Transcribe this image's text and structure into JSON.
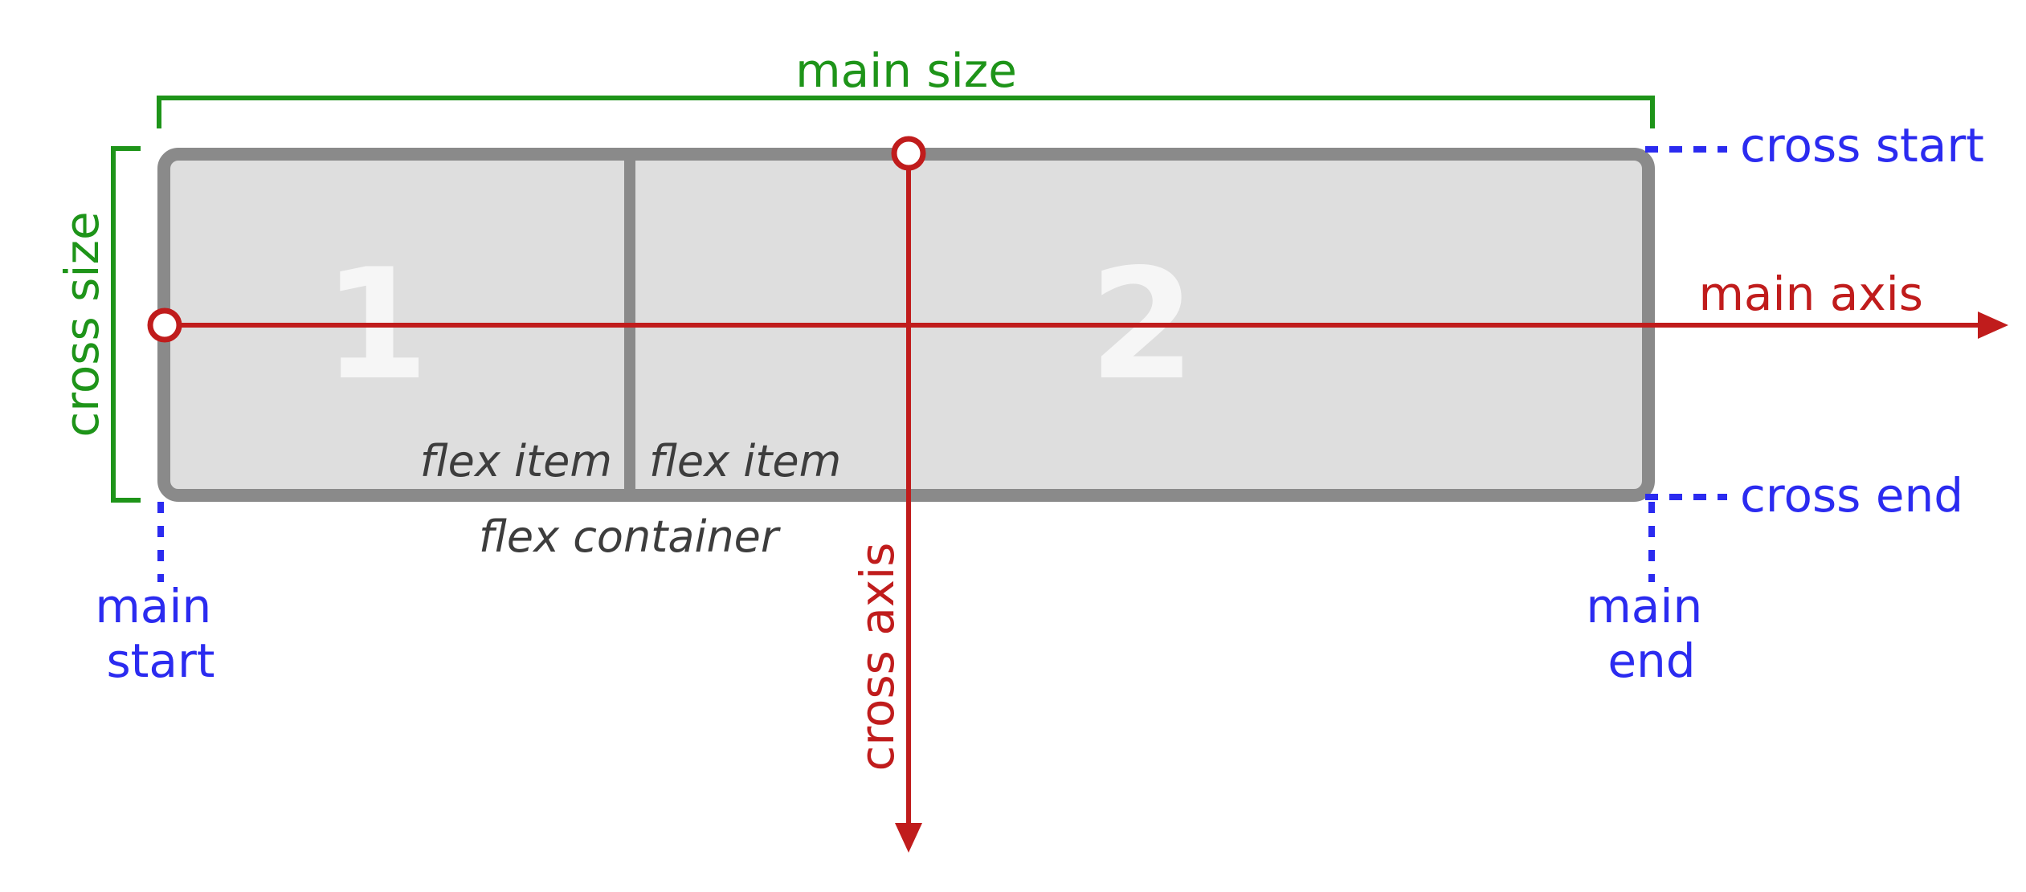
{
  "diagram": {
    "main_size_label": "main size",
    "cross_size_label": "cross size",
    "cross_start_label": "cross start",
    "cross_end_label": "cross end",
    "main_axis_label": "main axis",
    "cross_axis_label": "cross axis",
    "main_start_label": [
      "main",
      "start"
    ],
    "main_end_label": [
      "main",
      "end"
    ],
    "flex_container_label": "flex container",
    "items": [
      {
        "number": "1",
        "label": "flex item"
      },
      {
        "number": "2",
        "label": "flex item"
      }
    ],
    "colors": {
      "size_green": "#1e9419",
      "edge_blue": "#2b2bf0",
      "axis_red": "#c01c1c",
      "container_border": "#8a8a8a",
      "item_fill": "#dedede"
    }
  }
}
